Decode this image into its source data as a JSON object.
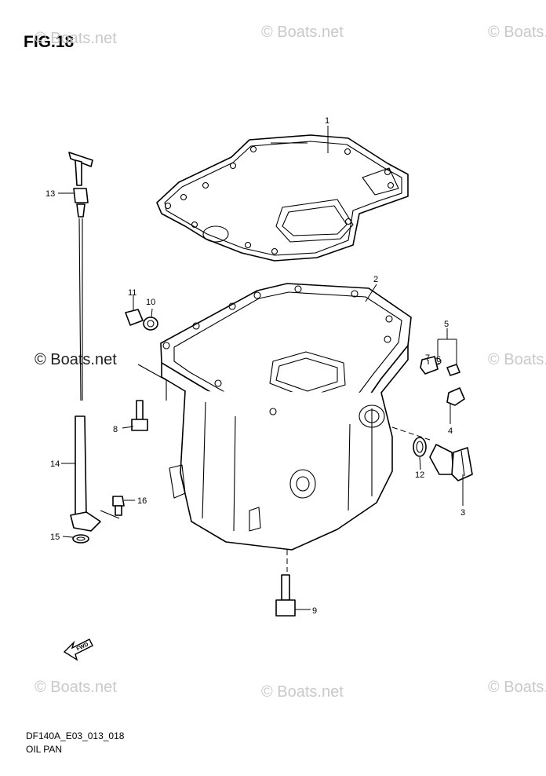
{
  "figure": {
    "title": "FIG.18",
    "code": "DF140A_E03_013_018",
    "name": "OIL PAN"
  },
  "watermark": {
    "text": "© Boats.net"
  },
  "parts": [
    {
      "callout": "1"
    },
    {
      "callout": "2"
    },
    {
      "callout": "3"
    },
    {
      "callout": "4"
    },
    {
      "callout": "5"
    },
    {
      "callout": "6"
    },
    {
      "callout": "7"
    },
    {
      "callout": "8"
    },
    {
      "callout": "9"
    },
    {
      "callout": "10"
    },
    {
      "callout": "11"
    },
    {
      "callout": "12"
    },
    {
      "callout": "13"
    },
    {
      "callout": "14"
    },
    {
      "callout": "15"
    },
    {
      "callout": "16"
    }
  ],
  "fwd_label": "FWD"
}
